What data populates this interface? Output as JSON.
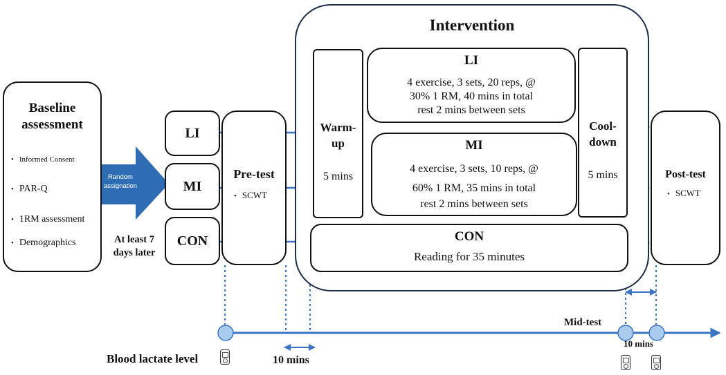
{
  "baseline": {
    "title": "Baseline assessment",
    "items": [
      "Informed Consent",
      "PAR-Q",
      "1RM assessment",
      "Demographics"
    ]
  },
  "assignment": {
    "label": "Random assignation",
    "delay": "At least 7 days later"
  },
  "groups": {
    "li": "LI",
    "mi": "MI",
    "con": "CON"
  },
  "pretest": {
    "title": "Pre-test",
    "item": "SCWT"
  },
  "intervention": {
    "title": "Intervention",
    "warmup": {
      "title": "Warm-up",
      "duration": "5 mins"
    },
    "li": {
      "title": "LI",
      "line1": "4 exercise, 3 sets, 20 reps, @",
      "line2": "30% 1 RM, 40 mins in total",
      "line3": "rest 2 mins between sets"
    },
    "mi": {
      "title": "MI",
      "line1": "4 exercise, 3 sets, 10 reps, @",
      "line2": "60% 1 RM, 35 mins in total",
      "line3": "rest 2 mins between sets"
    },
    "con": {
      "title": "CON",
      "text": "Reading for 35 minutes"
    },
    "cooldown": {
      "title": "Cool-down",
      "duration": "5 mins"
    }
  },
  "posttest": {
    "title": "Post-test",
    "item": "SCWT"
  },
  "timeline": {
    "midtest": "Mid-test",
    "gap_post": "10 mins",
    "gap_pre": "10 mins",
    "blood_label": "Blood lactate level"
  },
  "colors": {
    "accent": "#3b74c4",
    "arrow_fill": "#2e6db4",
    "node_fill": "#a9cbee",
    "border": "#1f2c48"
  }
}
